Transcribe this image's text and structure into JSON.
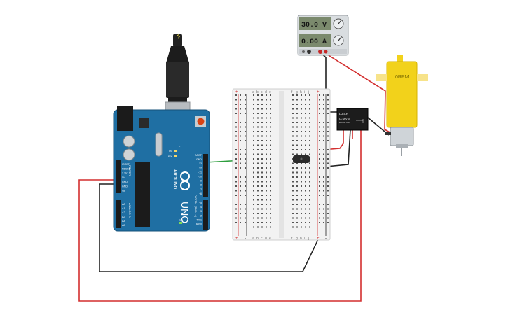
{
  "power_supply": {
    "voltage_display": "30.0 V",
    "current_display": "0.00 A"
  },
  "motor": {
    "rpm_label": "0RPM"
  },
  "relay": {
    "label": "LU-5-R",
    "spec_1": "1A 120V AC",
    "spec_2": "1A 24V DC"
  },
  "arduino": {
    "board_label": "UNO",
    "brand_label": "ARDUINO",
    "digital_label": "DIGITAL (PWM ~)",
    "power_header_label": "POWER",
    "analog_header_label": "ANALOG IN",
    "on_label": "ON",
    "tx_label": "TX",
    "rx_label": "RX",
    "l_label": "L",
    "power_pins": [
      "IOREF",
      "RESET",
      "3.3V",
      "5V",
      "GND",
      "GND",
      "Vin"
    ],
    "analog_pins": [
      "A0",
      "A1",
      "A2",
      "A3",
      "A4",
      "A5"
    ],
    "digital_pins": [
      "AREF",
      "GND",
      "13",
      "12",
      "~11",
      "~10",
      "~9",
      "8",
      "7",
      "~6",
      "~5",
      "4",
      "~3",
      "2",
      "TX 1",
      "RX 0"
    ]
  },
  "breadboard": {
    "column_letters_left": [
      "a",
      "b",
      "c",
      "d",
      "e"
    ],
    "column_letters_right": [
      "f",
      "g",
      "h",
      "i",
      "j"
    ],
    "plus_label": "+",
    "minus_label": "-"
  },
  "colors": {
    "board_blue": "#1f6fa3",
    "wire_red": "#d32f2f",
    "wire_black": "#222222",
    "wire_green": "#2e9e3e",
    "motor_yellow": "#f2d21b"
  }
}
